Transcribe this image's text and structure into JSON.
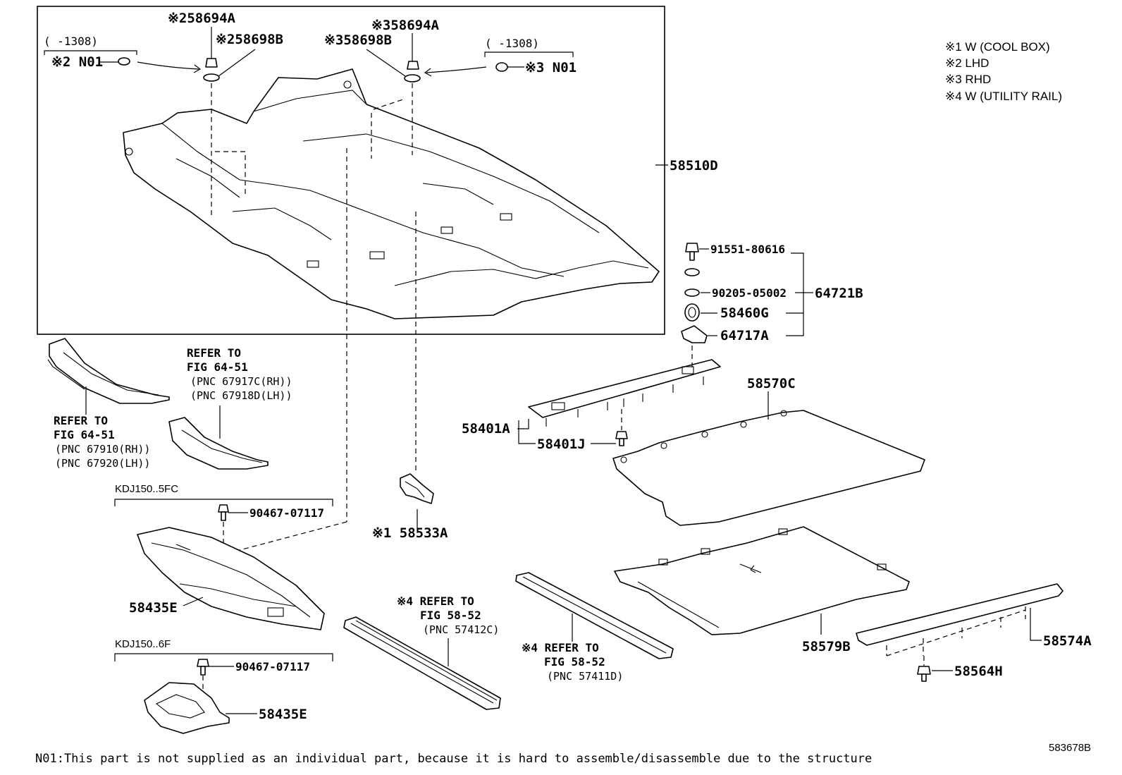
{
  "legend": [
    "※1 W (COOL BOX)",
    "※2 LHD",
    "※3 RHD",
    "※4 W (UTILITY RAIL)"
  ],
  "parts": {
    "p58694A_l": "※258694A",
    "p58698B_l": "※258698B",
    "p58694A_r": "※358694A",
    "p58698B_r": "※358698B",
    "n01_l": "※2 N01",
    "n01_r": "※3 N01",
    "cond_l": "(      -1308)",
    "cond_r": "(      -1308)",
    "p58510D": "58510D",
    "p91551": "91551-80616",
    "p90205": "90205-05002",
    "p64721B": "64721B",
    "p58460G": "58460G",
    "p64717A": "64717A",
    "p58570C": "58570C",
    "p58401A": "58401A",
    "p58401J": "58401J",
    "p58533A": "※1 58533A",
    "p58435E_1": "58435E",
    "p58435E_2": "58435E",
    "p90467_1": "90467-07117",
    "p90467_2": "90467-07117",
    "p58579B": "58579B",
    "p58574A": "58574A",
    "p58564H": "58564H"
  },
  "conditions": {
    "kdj_5fc": "KDJ150..5FC",
    "kdj_6f": "KDJ150..6F"
  },
  "refs": {
    "ref1": [
      "REFER TO",
      "FIG 64-51",
      "(PNC 67917C(RH))",
      "(PNC 67918D(LH))"
    ],
    "ref2": [
      "REFER TO",
      "FIG 64-51",
      "(PNC 67910(RH))",
      "(PNC 67920(LH))"
    ],
    "ref3": [
      "※4 REFER TO",
      "FIG 58-52",
      "(PNC 57412C)"
    ],
    "ref4": [
      "※4 REFER TO",
      "FIG 58-52",
      "(PNC 57411D)"
    ]
  },
  "footnote": "N01:This part is not supplied as an individual part,  because it is hard to assemble/disassemble due to the structure",
  "diagram_id": "583678B"
}
